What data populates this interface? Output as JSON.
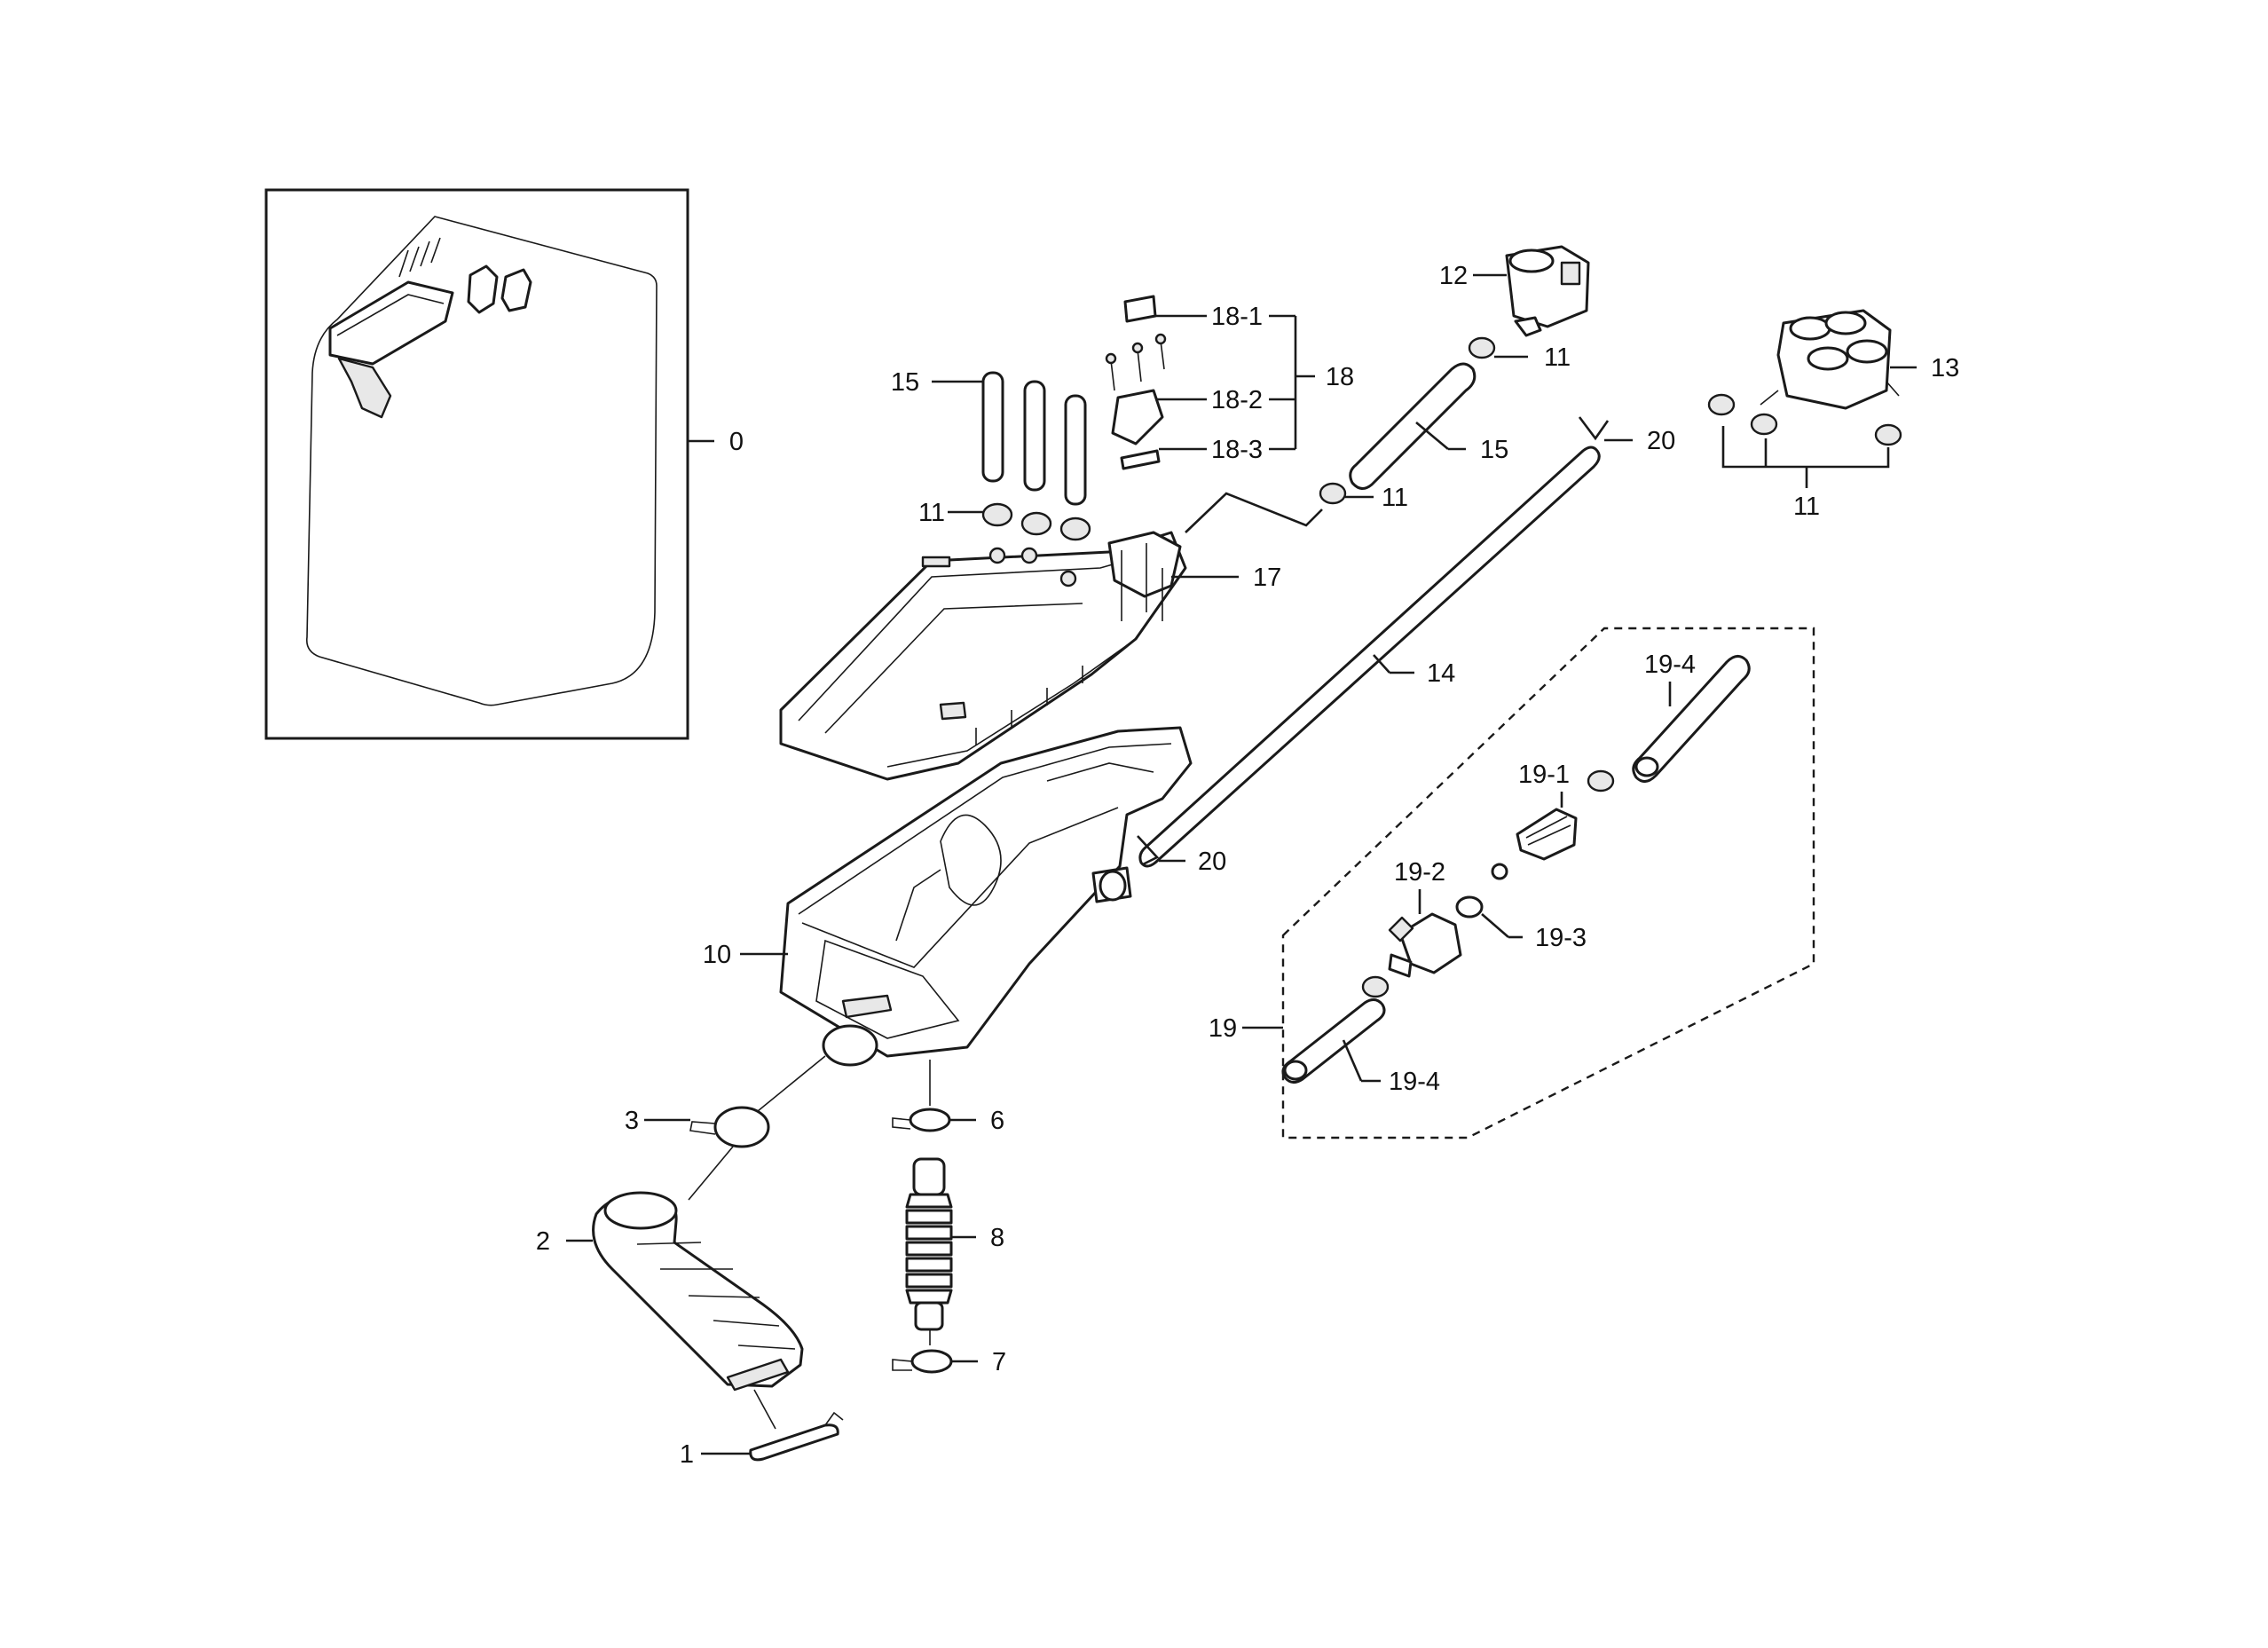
{
  "labels": {
    "l0": "0",
    "l1": "1",
    "l2": "2",
    "l3": "3",
    "l6": "6",
    "l7": "7",
    "l8": "8",
    "l10": "10",
    "l11a": "11",
    "l11b": "11",
    "l11c": "11",
    "l11d": "11",
    "l12": "12",
    "l13": "13",
    "l14": "14",
    "l15a": "15",
    "l15b": "15",
    "l17": "17",
    "l18": "18",
    "l18_1": "18-1",
    "l18_2": "18-2",
    "l18_3": "18-3",
    "l19": "19",
    "l19_1": "19-1",
    "l19_2": "19-2",
    "l19_3": "19-3",
    "l19_4a": "19-4",
    "l19_4b": "19-4",
    "l20a": "20",
    "l20b": "20"
  }
}
